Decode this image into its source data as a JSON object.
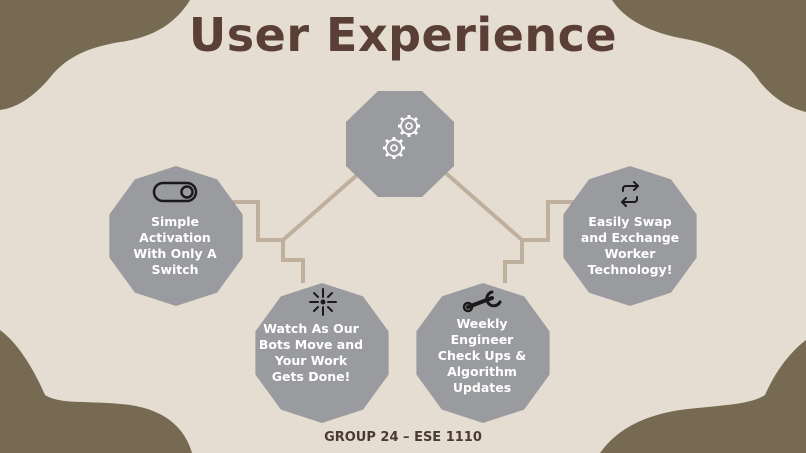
{
  "title": "User Experience",
  "footer": "GROUP 24 – ESE 1110",
  "colors": {
    "background": "#e6ddd2",
    "blob": "#766a52",
    "node": "#9a9b9f",
    "connector": "#bfb09e",
    "title": "#5a3f37"
  },
  "hub": {
    "icon": "gears-icon"
  },
  "nodes": [
    {
      "id": "activation",
      "icon": "toggle-switch-icon",
      "label": "Simple\nActivation\nWith Only A\nSwitch"
    },
    {
      "id": "watch",
      "icon": "sparkle-burst-icon",
      "label": "Watch As Our\nBots Move and\nYour Work\nGets Done!"
    },
    {
      "id": "checkups",
      "icon": "wrench-icon",
      "label": "Weekly\nEngineer\nCheck Ups &\nAlgorithm\nUpdates"
    },
    {
      "id": "swap",
      "icon": "swap-arrows-icon",
      "label": "Easily Swap\nand Exchange\nWorker\nTechnology!"
    }
  ]
}
